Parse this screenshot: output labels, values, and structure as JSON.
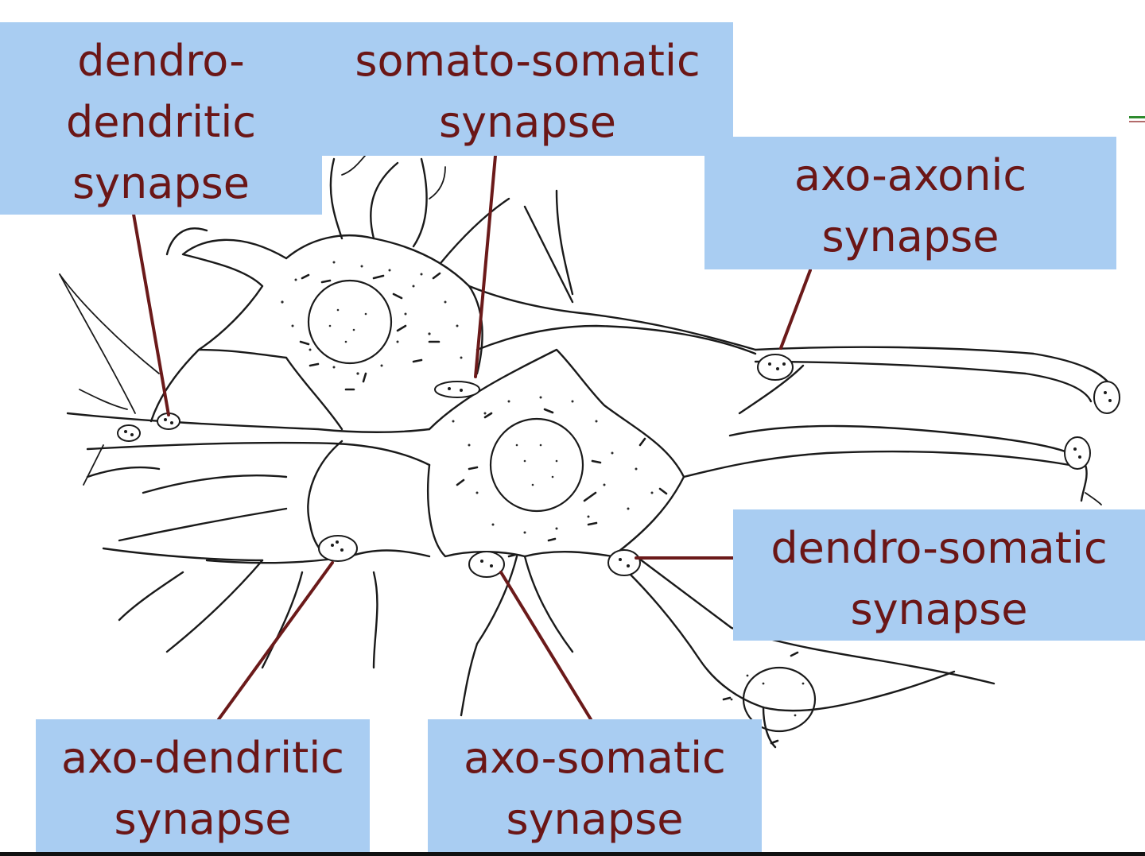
{
  "labels": {
    "dendro_dendritic": [
      "dendro-",
      "dendritic",
      "synapse"
    ],
    "somato_somatic": [
      "somato-somatic",
      "synapse"
    ],
    "axo_axonic": [
      "axo-axonic",
      "synapse"
    ],
    "dendro_somatic": [
      "dendro-somatic",
      "synapse"
    ],
    "axo_dendritic": [
      "axo-dendritic",
      "synapse"
    ],
    "axo_somatic": [
      "axo-somatic",
      "synapse"
    ]
  },
  "colors": {
    "label_background": "#a9cdf2",
    "label_text": "#6b1616",
    "leader_line": "#6b1a1a",
    "drawing_ink": "#1a1a1a"
  }
}
